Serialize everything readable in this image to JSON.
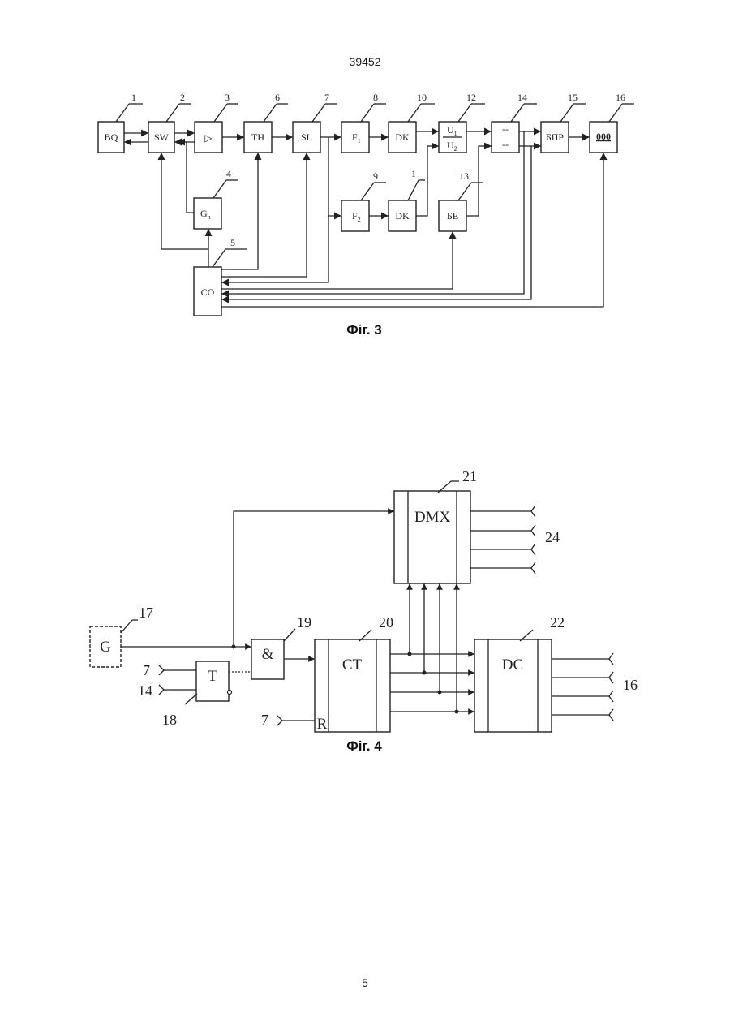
{
  "page": {
    "header": "39452",
    "footer": "5"
  },
  "fig3": {
    "caption": "Фіг. 3",
    "blocks": {
      "bq": "BQ",
      "sw": "SW",
      "amp": "▷",
      "th": "TH",
      "sl": "SL",
      "f1": "F",
      "f1_sub": "1",
      "dk1": "DK",
      "u_top": "U",
      "u_top_sub": "1",
      "u_bot": "U",
      "u_bot_sub": "2",
      "cmp_top": "--",
      "cmp_bot": "--",
      "bpr": "БПР",
      "disp": "000",
      "gn": "G",
      "gn_sub": "n",
      "f2": "F",
      "f2_sub": "2",
      "dk2": "DK",
      "be": "БЕ",
      "co": "CO"
    },
    "numbers": {
      "n1": "1",
      "n2": "2",
      "n3": "3",
      "n4": "4",
      "n5": "5",
      "n6": "6",
      "n7": "7",
      "n8": "8",
      "n9": "9",
      "n10": "10",
      "n11": "1",
      "n12": "12",
      "n13": "13",
      "n14": "14",
      "n15": "15",
      "n16": "16"
    }
  },
  "fig4": {
    "caption": "Фіг. 4",
    "blocks": {
      "g": "G",
      "t": "T",
      "and": "&",
      "ct": "CT",
      "reset": "R",
      "dmx": "DMX",
      "dc": "DC"
    },
    "numbers": {
      "n17": "17",
      "n18": "18",
      "n19": "19",
      "n20": "20",
      "n21": "21",
      "n22": "22",
      "in_t_top": "7",
      "in_t_bot": "14",
      "in_r": "7",
      "out_dmx": "24",
      "out_dc": "16"
    }
  }
}
